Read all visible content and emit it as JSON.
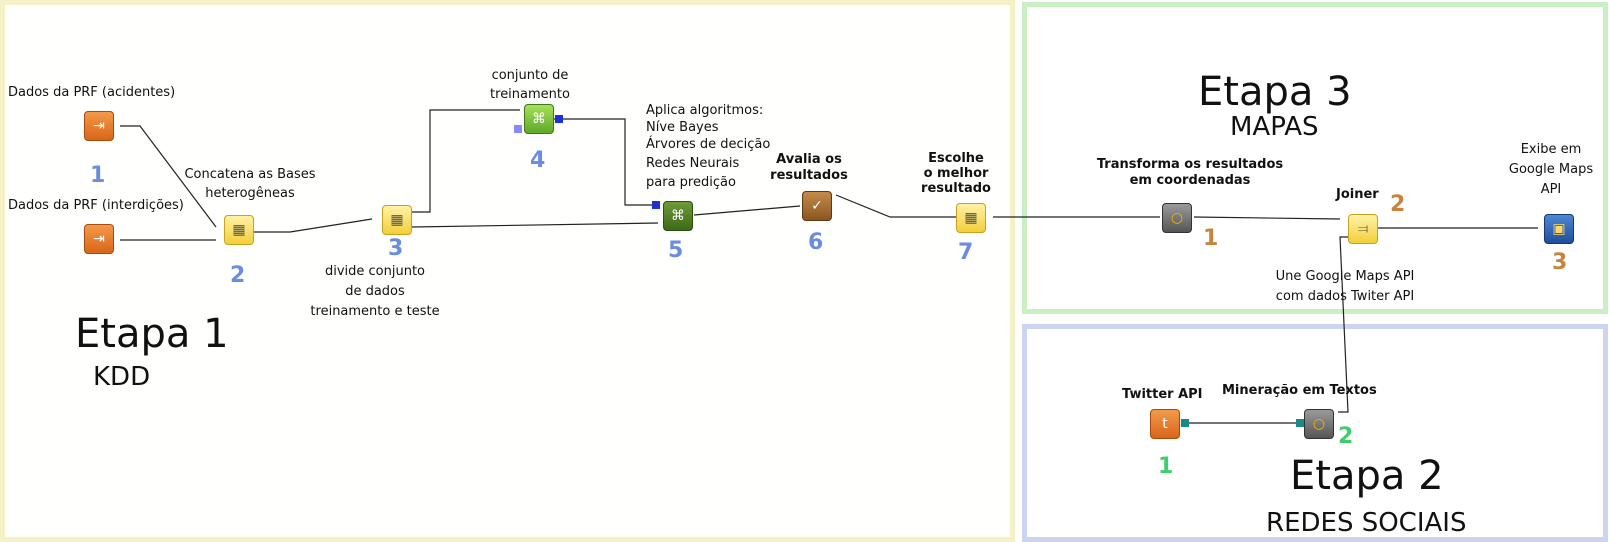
{
  "stage1": {
    "title": "Etapa 1",
    "subtitle": "KDD",
    "nodes": [
      {
        "label": "Dados da PRF (acidentes)",
        "number": "1",
        "icon": "file-reader-icon"
      },
      {
        "label": "Dados da PRF (interdições)",
        "number": "",
        "icon": "file-reader-icon"
      },
      {
        "label_line1": "Concatena as Bases",
        "label_line2": "heterogêneas",
        "number": "2",
        "icon": "table-concatenate-icon"
      },
      {
        "label_line1": "divide conjunto",
        "label_line2": "de dados",
        "label_line3": "treinamento e teste",
        "number": "3",
        "icon": "table-partition-icon"
      },
      {
        "label_line1": "conjunto de",
        "label_line2": "treinamento",
        "number": "4",
        "icon": "learner-icon"
      },
      {
        "label_line1": "Aplica algoritmos:",
        "label_line2": "Níve Bayes",
        "label_line3": "Árvores de decição",
        "label_line4": "Redes Neurais",
        "label_line5": "para predição",
        "number": "5",
        "icon": "predictor-icon"
      },
      {
        "label_line1": "Avalia os",
        "label_line2": "resultados",
        "number": "6",
        "icon": "scorer-icon"
      },
      {
        "label_line1": "Escolhe",
        "label_line2": "o melhor",
        "label_line3": "resultado",
        "number": "7",
        "icon": "table-select-icon"
      }
    ]
  },
  "stage3": {
    "title": "Etapa 3",
    "subtitle": "MAPAS",
    "nodes": [
      {
        "label_line1": "Transforma os resultados",
        "label_line2": "em coordenadas",
        "number": "1",
        "icon": "transform-icon"
      },
      {
        "label": "Joiner",
        "number": "2",
        "icon": "joiner-icon"
      },
      {
        "label_line1": "Exibe em",
        "label_line2": "Google Maps",
        "label_line3": "API",
        "number": "3",
        "icon": "map-view-icon"
      }
    ],
    "join_note_line1": "Une Google Maps API",
    "join_note_line2": "com dados Twiter API"
  },
  "stage2": {
    "title": "Etapa 2",
    "subtitle": "REDES SOCIAIS",
    "nodes": [
      {
        "label": "Twitter API",
        "number": "1",
        "icon": "twitter-icon"
      },
      {
        "label": "Mineração em Textos",
        "number": "2",
        "icon": "text-mining-icon"
      }
    ]
  },
  "colors": {
    "stage1_border": "#f6f0c6",
    "stage3_border": "#c9efc3",
    "stage2_border": "#cdd4f2",
    "number_blue": "#6a8de0",
    "number_orange": "#c8843c",
    "number_green": "#3fcf6a"
  }
}
